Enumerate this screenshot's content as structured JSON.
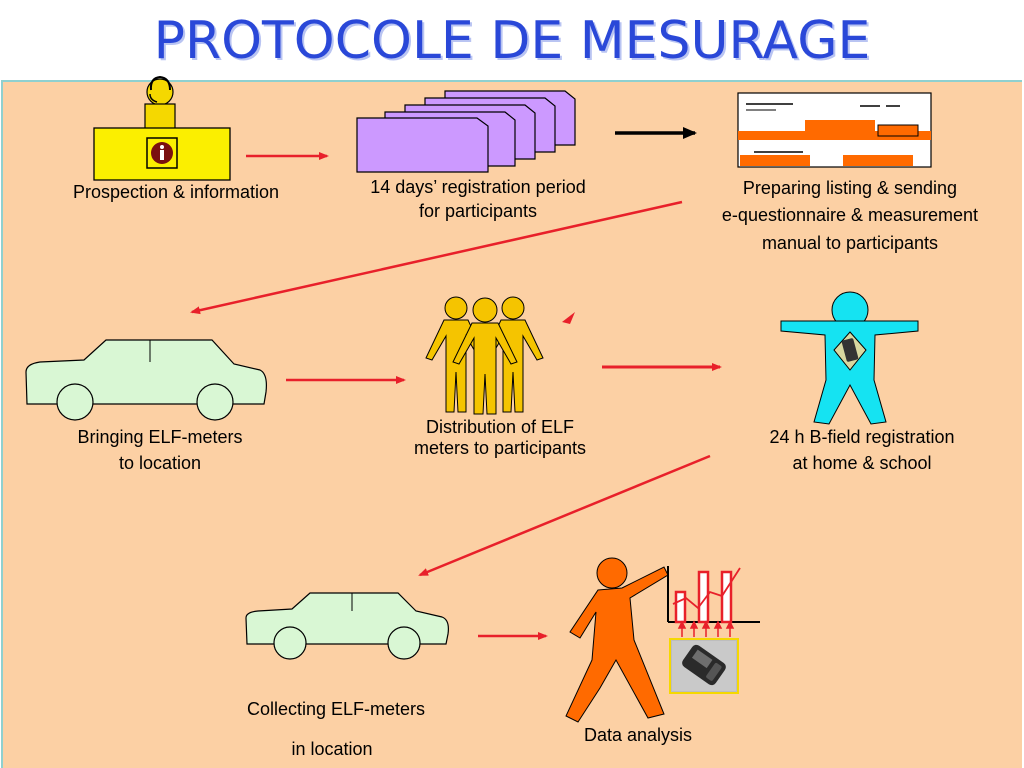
{
  "title": "PROTOCOLE DE MESURAGE",
  "steps": {
    "prospection": "Prospection & information",
    "registration_l1": "14 days’ registration period",
    "registration_l2": "for participants",
    "listing_l1": "Preparing listing & sending",
    "listing_l2": "e-questionnaire & measurement",
    "listing_l3": "manual to participants",
    "bringing_l1": "Bringing ELF-meters",
    "bringing_l2": "to location",
    "distribution_l1": "Distribution of ELF",
    "distribution_l2": "meters to participants",
    "bfield_l1": "24 h B-field registration",
    "bfield_l2": "at home & school",
    "collecting_l1": "Collecting ELF-meters",
    "collecting_l2": "in location",
    "analysis": "Data analysis"
  },
  "icons": {
    "info_desk": "info-desk-icon",
    "documents": "documents-stack-icon",
    "form": "form-listing-icon",
    "car": "car-icon",
    "people": "people-group-icon",
    "person": "person-with-meter-icon",
    "walker": "analyst-walking-icon",
    "chart": "bar-chart-icon",
    "meter": "elf-meter-icon"
  },
  "colors": {
    "title": "#2a48d8",
    "background": "#fcd0a4",
    "arrow": "#e8202a",
    "car": "#d9f7d4",
    "people": "#f5c400",
    "person": "#15e3f2",
    "walker": "#ff6a00",
    "documents": "#cc99ff"
  }
}
